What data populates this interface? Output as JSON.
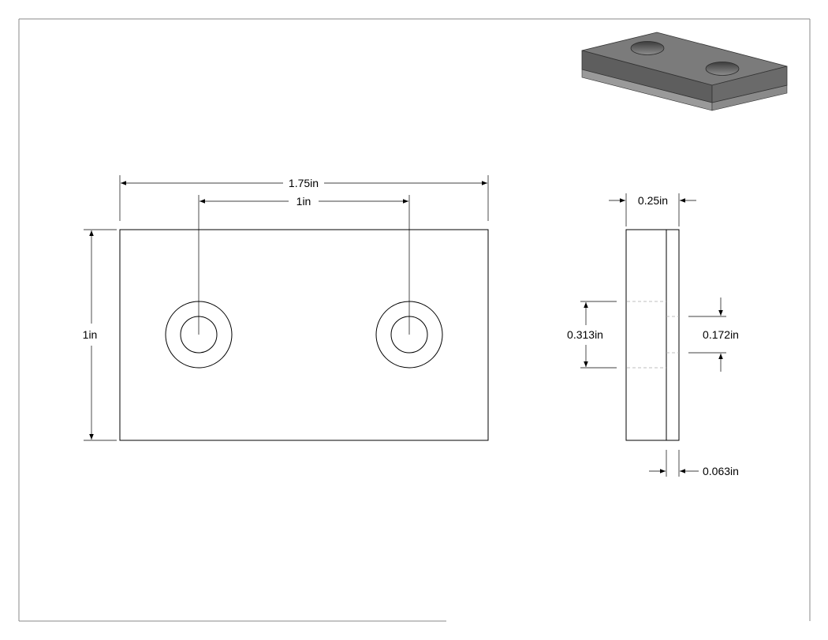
{
  "drawing": {
    "front_view": {
      "overall_width_label": "1.75in",
      "hole_spacing_label": "1in",
      "height_label": "1in"
    },
    "side_view": {
      "thickness_label": "0.25in",
      "counterbore_diameter_label": "0.313in",
      "through_hole_diameter_label": "0.172in",
      "layer_thickness_label": "0.063in"
    },
    "colors": {
      "line": "#000000",
      "frame": "#8a8a8a",
      "hidden_line": "#aaaaaa",
      "iso_top": "#7b7b7b",
      "iso_front": "#5e5e5e",
      "iso_side": "#6a6a6a",
      "iso_layer": "#9a9a9a"
    }
  }
}
